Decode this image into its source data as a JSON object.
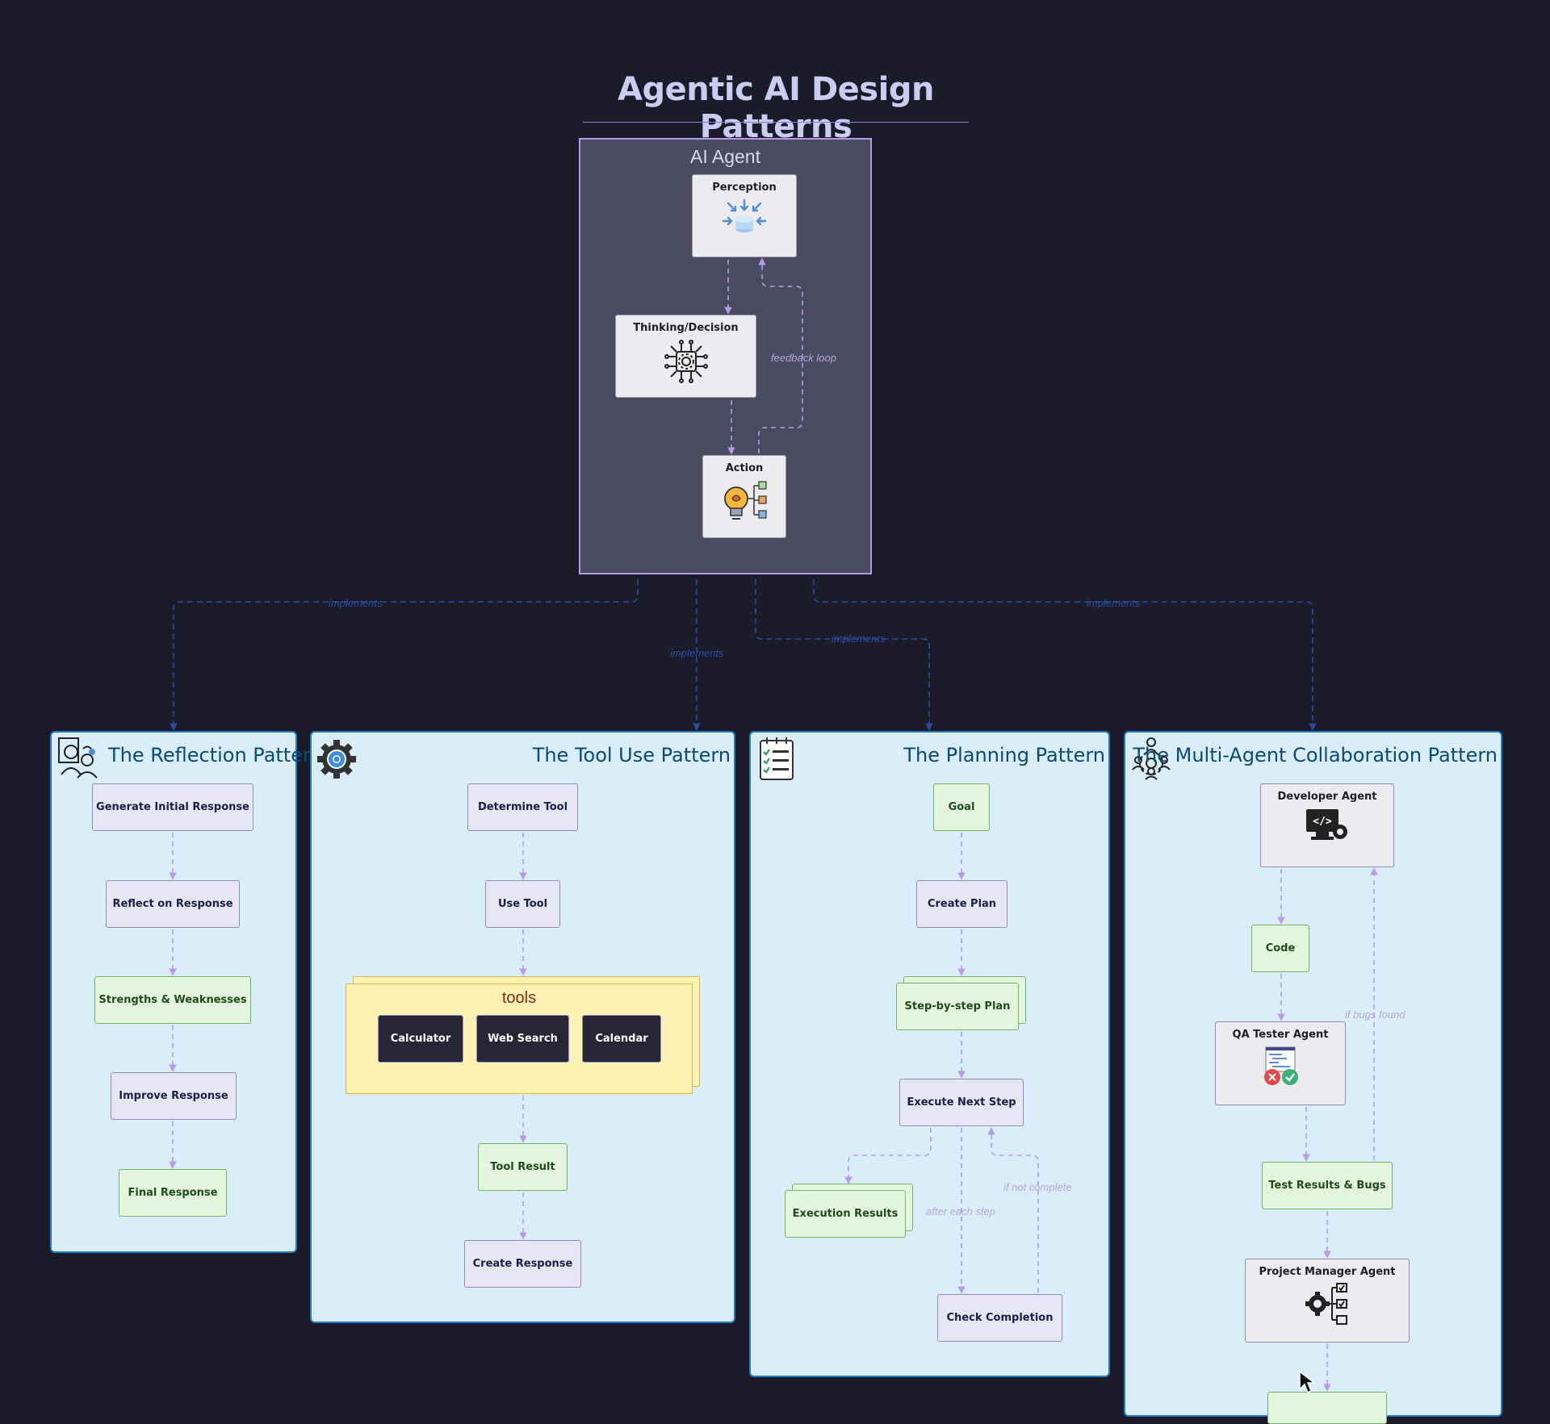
{
  "title": "Agentic AI Design Patterns",
  "agent": {
    "title": "AI Agent",
    "perception": "Perception",
    "thinking": "Thinking/Decision",
    "action": "Action",
    "feedback_label": "feedback loop"
  },
  "implements_label": "implements",
  "reflection": {
    "title": "The Reflection Pattern",
    "steps": [
      "Generate Initial Response",
      "Reflect on Response",
      "Strengths & Weaknesses",
      "Improve Response",
      "Final Response"
    ]
  },
  "tool_use": {
    "title": "The Tool Use Pattern",
    "determine": "Determine Tool",
    "use": "Use Tool",
    "tools_label": "tools",
    "tools": [
      "Calculator",
      "Web Search",
      "Calendar"
    ],
    "result": "Tool Result",
    "create": "Create Response"
  },
  "planning": {
    "title": "The Planning Pattern",
    "goal": "Goal",
    "create_plan": "Create Plan",
    "step_plan": "Step-by-step Plan",
    "execute": "Execute Next Step",
    "results": "Execution Results",
    "check": "Check Completion",
    "after_label": "after each step",
    "if_not_label": "if not complete"
  },
  "multi_agent": {
    "title": "The Multi-Agent Collaboration Pattern",
    "developer": "Developer Agent",
    "code": "Code",
    "qa": "QA Tester Agent",
    "bugs_label": "if bugs found",
    "test_results": "Test Results & Bugs",
    "pm": "Project Manager Agent"
  },
  "colors": {
    "background": "#1b1b2a",
    "panel": "#daeefa",
    "panel_border": "#1e7dc4",
    "purple_node": "#e6e6f4",
    "green_node": "#e5f6de",
    "edge": "#b79be6",
    "implements_edge": "#2a4ca0"
  }
}
